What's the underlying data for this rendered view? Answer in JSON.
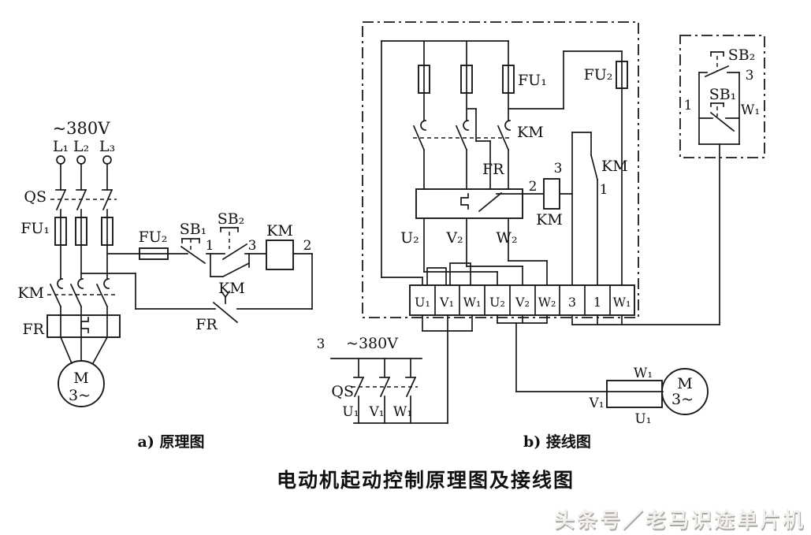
{
  "figure": {
    "title": "电动机起动控制原理图及接线图",
    "watermark": "头条号／老马识途单片机",
    "background": "#ffffff",
    "line_color": "#191919"
  },
  "labels": {
    "supply": "~380V",
    "l1": "L₁",
    "l2": "L₂",
    "l3": "L₃",
    "qs": "QS",
    "fu1": "FU₁",
    "fu2": "FU₂",
    "km": "KM",
    "fr": "FR",
    "sb1": "SB₁",
    "sb2": "SB₂",
    "m": "M",
    "three_phase": "3~",
    "n1": "1",
    "n2": "2",
    "n3": "3",
    "u1": "U₁",
    "v1": "V₁",
    "w1": "W₁",
    "u2": "U₂",
    "v2": "V₂",
    "w2": "W₂"
  },
  "diagram_a": {
    "caption": "a) 原理图"
  },
  "diagram_b": {
    "caption": "b) 接线图",
    "terminals": [
      "U₁",
      "V₁",
      "W₁",
      "U₂",
      "V₂",
      "W₂",
      "3",
      "1",
      "W₁"
    ]
  }
}
